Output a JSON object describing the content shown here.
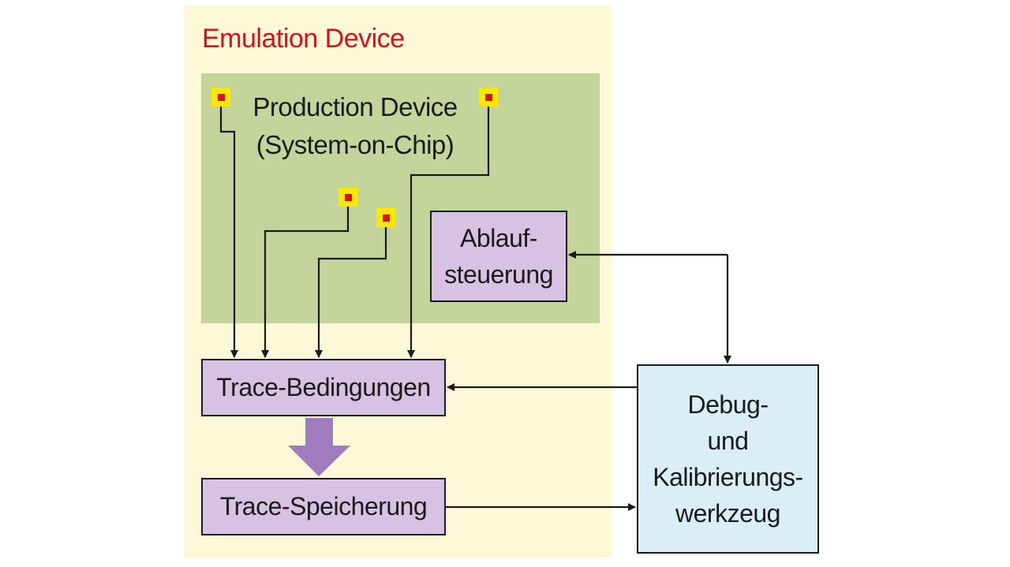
{
  "emulation_device": {
    "title": "Emulation Device"
  },
  "production_device": {
    "title_line1": "Production Device",
    "title_line2": "(System-on-Chip)"
  },
  "ablaufsteuerung": {
    "line1": "Ablauf-",
    "line2": "steuerung"
  },
  "trace_bedingungen": {
    "label": "Trace-Bedingungen"
  },
  "trace_speicherung": {
    "label": "Trace-Speicherung"
  },
  "debug_tool": {
    "line1": "Debug-",
    "line2": "und",
    "line3": "Kalibrierungs-",
    "line4": "werkzeug"
  },
  "colors": {
    "emulation_bg": "#fdf8d8",
    "production_bg": "#c4d59c",
    "block_purple": "#d8c2e3",
    "block_blue": "#daeef5",
    "title_red": "#d8101c",
    "probe_yellow": "#ffe800",
    "big_arrow": "#a07bbd"
  }
}
